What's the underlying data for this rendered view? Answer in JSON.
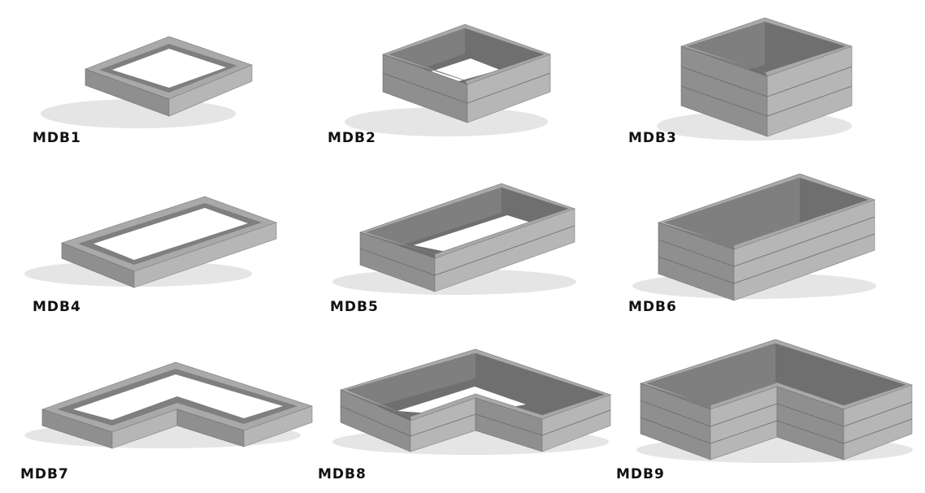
{
  "beds": [
    {
      "id": "MDB1",
      "label": "MDB1",
      "rows": 1
    },
    {
      "id": "MDB2",
      "label": "MDB2",
      "rows": 2
    },
    {
      "id": "MDB3",
      "label": "MDB3",
      "rows": 3
    },
    {
      "id": "MDB4",
      "label": "MDB4",
      "rows": 1
    },
    {
      "id": "MDB5",
      "label": "MDB5",
      "rows": 2
    },
    {
      "id": "MDB6",
      "label": "MDB6",
      "rows": 3
    },
    {
      "id": "MDB7",
      "label": "MDB7",
      "rows": 1
    },
    {
      "id": "MDB8",
      "label": "MDB8",
      "rows": 2
    },
    {
      "id": "MDB9",
      "label": "MDB9",
      "rows": 3
    }
  ],
  "colors": {
    "top": "#a9a9a9",
    "front": "#8f8f8f",
    "side": "#b6b6b6",
    "inner": "#707070"
  }
}
